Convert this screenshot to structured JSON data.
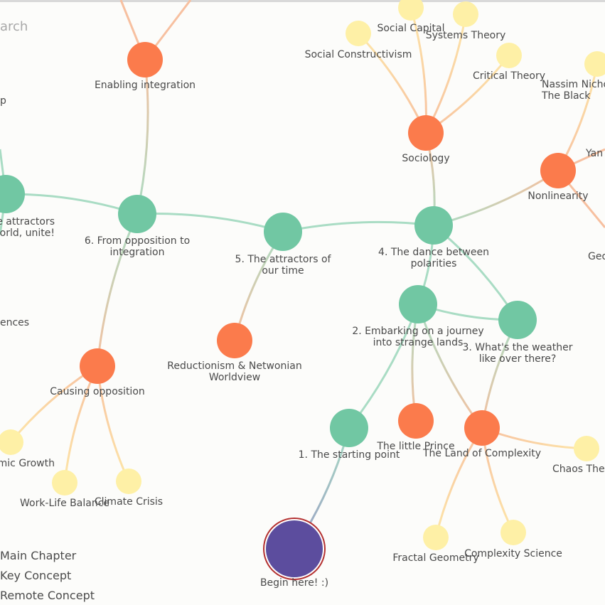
{
  "search": {
    "text": "arch"
  },
  "legend": {
    "main": "Main Chapter",
    "key": "Key Concept",
    "remote": "Remote Concept"
  },
  "colors": {
    "main": "#71c7a3",
    "key": "#fb7b4c",
    "remote": "#fef0a6",
    "start": "#5c4d9e",
    "start_ring": "#b33030"
  },
  "nodes": [
    {
      "id": "start",
      "type": "start",
      "lines": [
        "Begin here! :)"
      ]
    },
    {
      "id": "c1",
      "type": "main",
      "lines": [
        "1. The starting point"
      ]
    },
    {
      "id": "c2",
      "type": "main",
      "lines": [
        "2. Embarking on a journey",
        "into strange lands"
      ]
    },
    {
      "id": "c3",
      "type": "main",
      "lines": [
        "3. What's the weather",
        "like over there?"
      ]
    },
    {
      "id": "c4",
      "type": "main",
      "lines": [
        "4. The dance between",
        "polarities"
      ]
    },
    {
      "id": "c5",
      "type": "main",
      "lines": [
        "5. The attractors of",
        "our time"
      ]
    },
    {
      "id": "c6",
      "type": "main",
      "lines": [
        "6. From opposition to",
        "integration"
      ]
    },
    {
      "id": "c7",
      "type": "main",
      "lines": [
        "e attractors",
        "orld, unite!"
      ]
    },
    {
      "id": "enabling",
      "type": "key",
      "lines": [
        "Enabling integration"
      ]
    },
    {
      "id": "causing",
      "type": "key",
      "lines": [
        "Causing opposition"
      ]
    },
    {
      "id": "reduct",
      "type": "key",
      "lines": [
        "Reductionism & Netwonian",
        "Worldview"
      ]
    },
    {
      "id": "sociology",
      "type": "key",
      "lines": [
        "Sociology"
      ]
    },
    {
      "id": "nonlin",
      "type": "key",
      "lines": [
        "Nonlinearity"
      ]
    },
    {
      "id": "prince",
      "type": "key",
      "lines": [
        "The little Prince"
      ]
    },
    {
      "id": "landcx",
      "type": "key",
      "lines": [
        "The Land of Complexity"
      ]
    },
    {
      "id": "socconst",
      "type": "remote",
      "lines": [
        "Social Constructivism"
      ]
    },
    {
      "id": "soccap",
      "type": "remote",
      "lines": [
        "Social Capital"
      ]
    },
    {
      "id": "systheory",
      "type": "remote",
      "lines": [
        "Systems Theory"
      ]
    },
    {
      "id": "crittheory",
      "type": "remote",
      "lines": [
        "Critical Theory"
      ]
    },
    {
      "id": "nassim",
      "type": "remote",
      "lines": [
        "Nassim Nicho",
        "The Black"
      ]
    },
    {
      "id": "econgrowth",
      "type": "remote",
      "lines": [
        "mic Growth"
      ]
    },
    {
      "id": "worklife",
      "type": "remote",
      "lines": [
        "Work-Life Balance"
      ]
    },
    {
      "id": "climate",
      "type": "remote",
      "lines": [
        "Climate Crisis"
      ]
    },
    {
      "id": "chaos",
      "type": "remote",
      "lines": [
        "Chaos The"
      ]
    },
    {
      "id": "fractal",
      "type": "remote",
      "lines": [
        "Fractal Geometry"
      ]
    },
    {
      "id": "cxscience",
      "type": "remote",
      "lines": [
        "Complexity Science"
      ]
    },
    {
      "id": "edge_p",
      "type": "none",
      "lines": [
        "p"
      ]
    },
    {
      "id": "edge_ences",
      "type": "none",
      "lines": [
        "ences"
      ]
    },
    {
      "id": "edge_yan",
      "type": "none",
      "lines": [
        "Yan"
      ]
    },
    {
      "id": "edge_geo",
      "type": "none",
      "lines": [
        "Geo"
      ]
    }
  ],
  "edges": [
    [
      "start",
      "c1"
    ],
    [
      "c1",
      "c2"
    ],
    [
      "c2",
      "c3"
    ],
    [
      "c2",
      "c4"
    ],
    [
      "c3",
      "c4"
    ],
    [
      "c4",
      "c5"
    ],
    [
      "c5",
      "c6"
    ],
    [
      "c6",
      "c7"
    ],
    [
      "c6",
      "enabling"
    ],
    [
      "c6",
      "causing"
    ],
    [
      "c5",
      "reduct"
    ],
    [
      "c4",
      "sociology"
    ],
    [
      "c4",
      "nonlin"
    ],
    [
      "c2",
      "prince"
    ],
    [
      "c2",
      "landcx"
    ],
    [
      "c3",
      "landcx"
    ],
    [
      "sociology",
      "socconst"
    ],
    [
      "sociology",
      "soccap"
    ],
    [
      "sociology",
      "systheory"
    ],
    [
      "sociology",
      "crittheory"
    ],
    [
      "nonlin",
      "nassim"
    ],
    [
      "causing",
      "econgrowth"
    ],
    [
      "causing",
      "worklife"
    ],
    [
      "causing",
      "climate"
    ],
    [
      "landcx",
      "chaos"
    ],
    [
      "landcx",
      "fractal"
    ],
    [
      "landcx",
      "cxscience"
    ]
  ]
}
